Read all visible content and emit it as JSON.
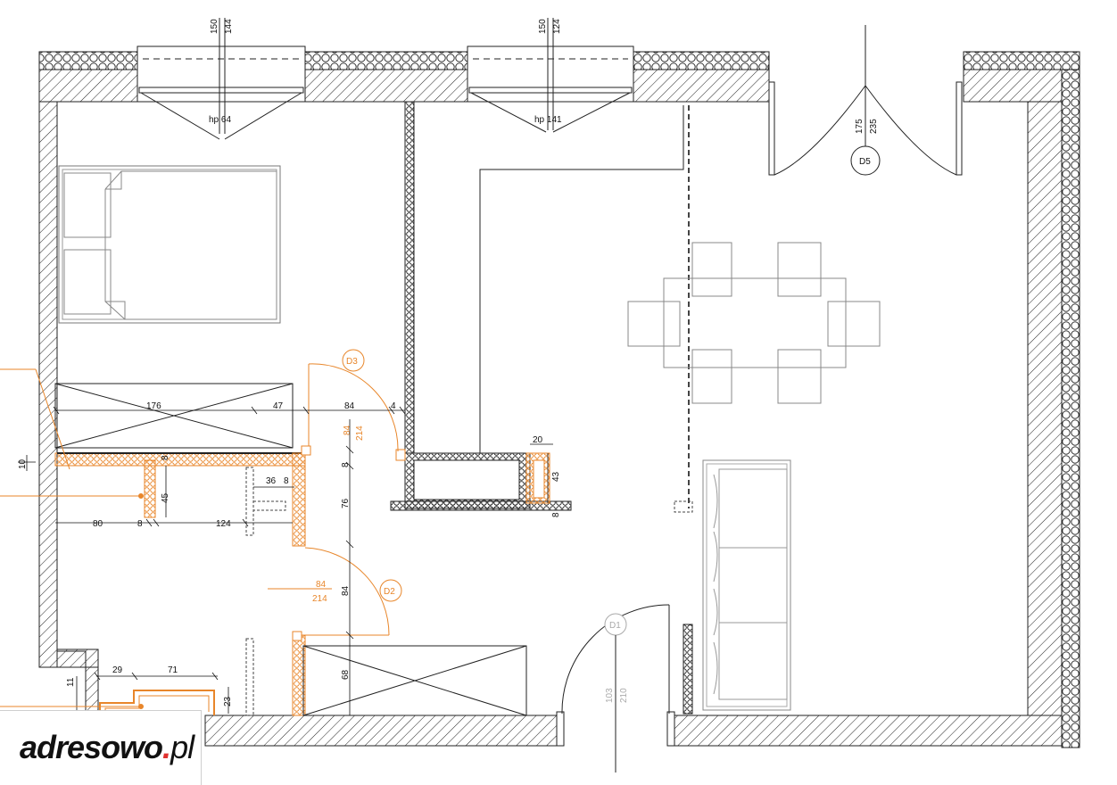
{
  "logo": {
    "name": "adresowo",
    "dot": ".",
    "tld": "pl",
    "accent": "#e0312f"
  },
  "colors": {
    "wall": "#111111",
    "new_wall": "#e8862a",
    "muted": "#aaaaaa"
  },
  "windows": [
    {
      "top_a": "150",
      "top_b": "144",
      "hp": "hp 64"
    },
    {
      "top_a": "150",
      "top_b": "124",
      "hp": "hp 141"
    }
  ],
  "doors": {
    "d5": {
      "tag": "D5",
      "w": "175",
      "h": "235"
    },
    "d3": {
      "tag": "D3",
      "w": "84",
      "h": "214"
    },
    "d2": {
      "tag": "D2",
      "w": "84",
      "h": "214"
    },
    "d1": {
      "tag": "D1",
      "w": "103",
      "h": "210"
    }
  },
  "dims": {
    "wardrobe_len": "176",
    "gap_47": "47",
    "door_84": "84",
    "small_4": "4",
    "wall_10": "10",
    "wall_8a": "8",
    "wall_8b": "8",
    "wall_8c": "8",
    "d36": "36",
    "d8d": "8",
    "d45": "45",
    "d80": "80",
    "d8e": "8",
    "d124": "124",
    "d76": "76",
    "d84b": "84",
    "d68": "68",
    "d20": "20",
    "d43": "43",
    "d8f": "8",
    "d29": "29",
    "d71": "71",
    "d11": "11",
    "d23": "23"
  }
}
